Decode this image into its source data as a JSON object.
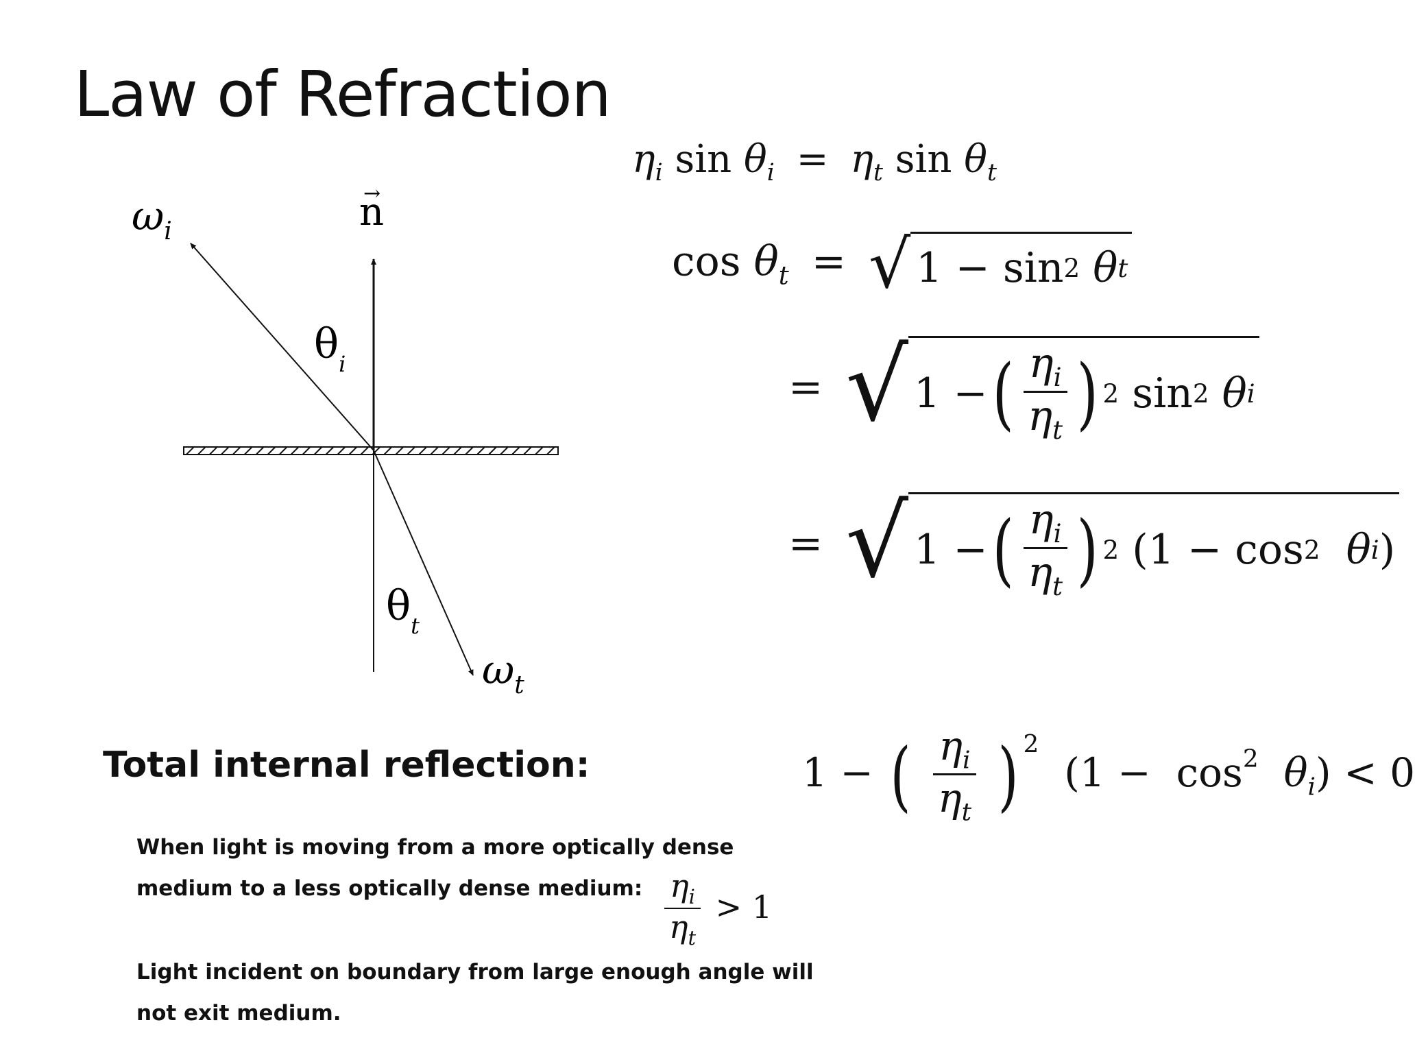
{
  "slide": {
    "title": "Law of Refraction",
    "diagram": {
      "incident_label": "ω",
      "incident_sub": "i",
      "normal_label": "n",
      "normal_arrow": "→",
      "theta_i": "θ",
      "theta_i_sub": "i",
      "theta_t": "θ",
      "theta_t_sub": "t",
      "transmitted_label": "ω",
      "transmitted_sub": "t"
    },
    "snell": {
      "lhs_eta": "η",
      "lhs_eta_sub": "i",
      "lhs_sin": "sin",
      "lhs_theta": "θ",
      "lhs_theta_sub": "i",
      "equals": "=",
      "rhs_eta": "η",
      "rhs_eta_sub": "t",
      "rhs_sin": "sin",
      "rhs_theta": "θ",
      "rhs_theta_sub": "t"
    },
    "cos_derivation": {
      "line1_lhs_cos": "cos",
      "line1_lhs_theta": "θ",
      "line1_lhs_sub": "t",
      "line1_equals": "=",
      "line1_one": "1 −",
      "line1_sin": "sin",
      "line1_sup": "2",
      "line1_theta": "θ",
      "line1_sub": "t",
      "line2_equals": "=",
      "line2_one": "1 −",
      "line2_num": "η",
      "line2_num_sub": "i",
      "line2_den": "η",
      "line2_den_sub": "t",
      "line2_sup": "2",
      "line2_sin": "sin",
      "line2_sin_sup": "2",
      "line2_theta": "θ",
      "line2_theta_sub": "i",
      "line3_equals": "=",
      "line3_one": "1 −",
      "line3_num": "η",
      "line3_num_sub": "i",
      "line3_den": "η",
      "line3_den_sub": "t",
      "line3_sup": "2",
      "line3_paren_open": "(1 −",
      "line3_cos": "cos",
      "line3_cos_sup": "2",
      "line3_theta": "θ",
      "line3_theta_sub": "i",
      "line3_paren_close": ")"
    },
    "tir": {
      "heading": "Total internal reflection:",
      "para1_line1": "When light is moving from a more optically dense",
      "para1_line2": "medium to a less optically dense medium:",
      "ratio_num": "η",
      "ratio_num_sub": "i",
      "ratio_den": "η",
      "ratio_den_sub": "t",
      "ratio_gt": "> 1",
      "para2_line1": "Light incident on boundary from large enough angle will",
      "para2_line2": "not exit medium.",
      "cond_one": "1 −",
      "cond_num": "η",
      "cond_num_sub": "i",
      "cond_den": "η",
      "cond_den_sub": "t",
      "cond_sup": "2",
      "cond_paren_open": "(1 −",
      "cond_cos": "cos",
      "cond_cos_sup": "2",
      "cond_theta": "θ",
      "cond_theta_sub": "i",
      "cond_close": ") < 0"
    }
  }
}
